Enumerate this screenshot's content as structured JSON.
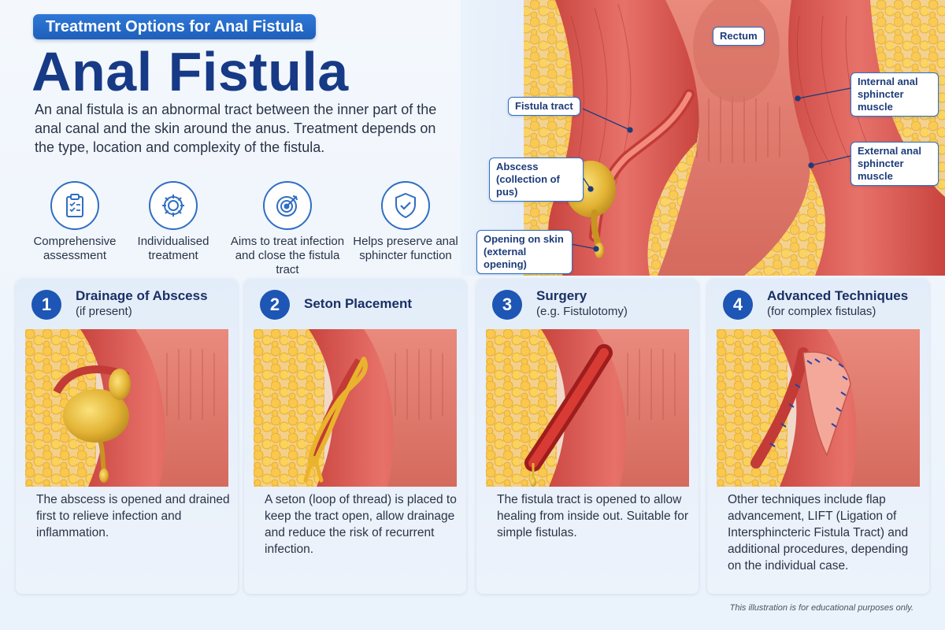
{
  "header": {
    "badge": "Treatment Options for Anal Fistula",
    "title": "Anal Fistula",
    "intro": "An anal fistula is an abnormal tract between the inner part of the anal canal and the skin around the anus. Treatment depends on the type, location and complexity of the fistula."
  },
  "features": [
    {
      "icon": "clipboard-icon",
      "label": "Comprehensive assessment"
    },
    {
      "icon": "gear-icon",
      "label": "Individualised treatment"
    },
    {
      "icon": "target-icon",
      "label": "Aims to treat infection and close the fistula tract"
    },
    {
      "icon": "shield-check-icon",
      "label": "Helps preserve anal sphincter function"
    }
  ],
  "anatomy": {
    "rectum": "Rectum",
    "fistula_tract": "Fistula tract",
    "abscess": "Abscess (collection of pus)",
    "opening": "Opening on skin (external opening)",
    "internal_sphincter": "Internal anal sphincter muscle",
    "external_sphincter": "External anal sphincter muscle"
  },
  "cards": [
    {
      "number": "1",
      "title": "Drainage of Abscess",
      "subtitle": "(if present)",
      "description": "The abscess is opened and drained first to relieve infection and inflammation."
    },
    {
      "number": "2",
      "title": "Seton Placement",
      "subtitle": "",
      "description": "A seton (loop of thread) is placed to keep the tract open, allow drainage and reduce the risk of recurrent infection."
    },
    {
      "number": "3",
      "title": "Surgery",
      "subtitle": "(e.g. Fistulotomy)",
      "description": "The fistula tract is opened to allow healing from inside out. Suitable for simple fistulas."
    },
    {
      "number": "4",
      "title": "Advanced Techniques",
      "subtitle": "(for complex fistulas)",
      "description": "Other techniques include flap advancement, LIFT (Ligation of Intersphincteric Fistula Tract) and additional procedures, depending on the individual case."
    }
  ],
  "footer": {
    "disclaimer": "This illustration is for educational purposes only."
  },
  "colors": {
    "brand_blue": "#1d56b4",
    "title_navy": "#173a86",
    "tissue_red": "#d9534f",
    "fat_yellow": "#f6c85f",
    "pus_gold": "#d9a520"
  }
}
